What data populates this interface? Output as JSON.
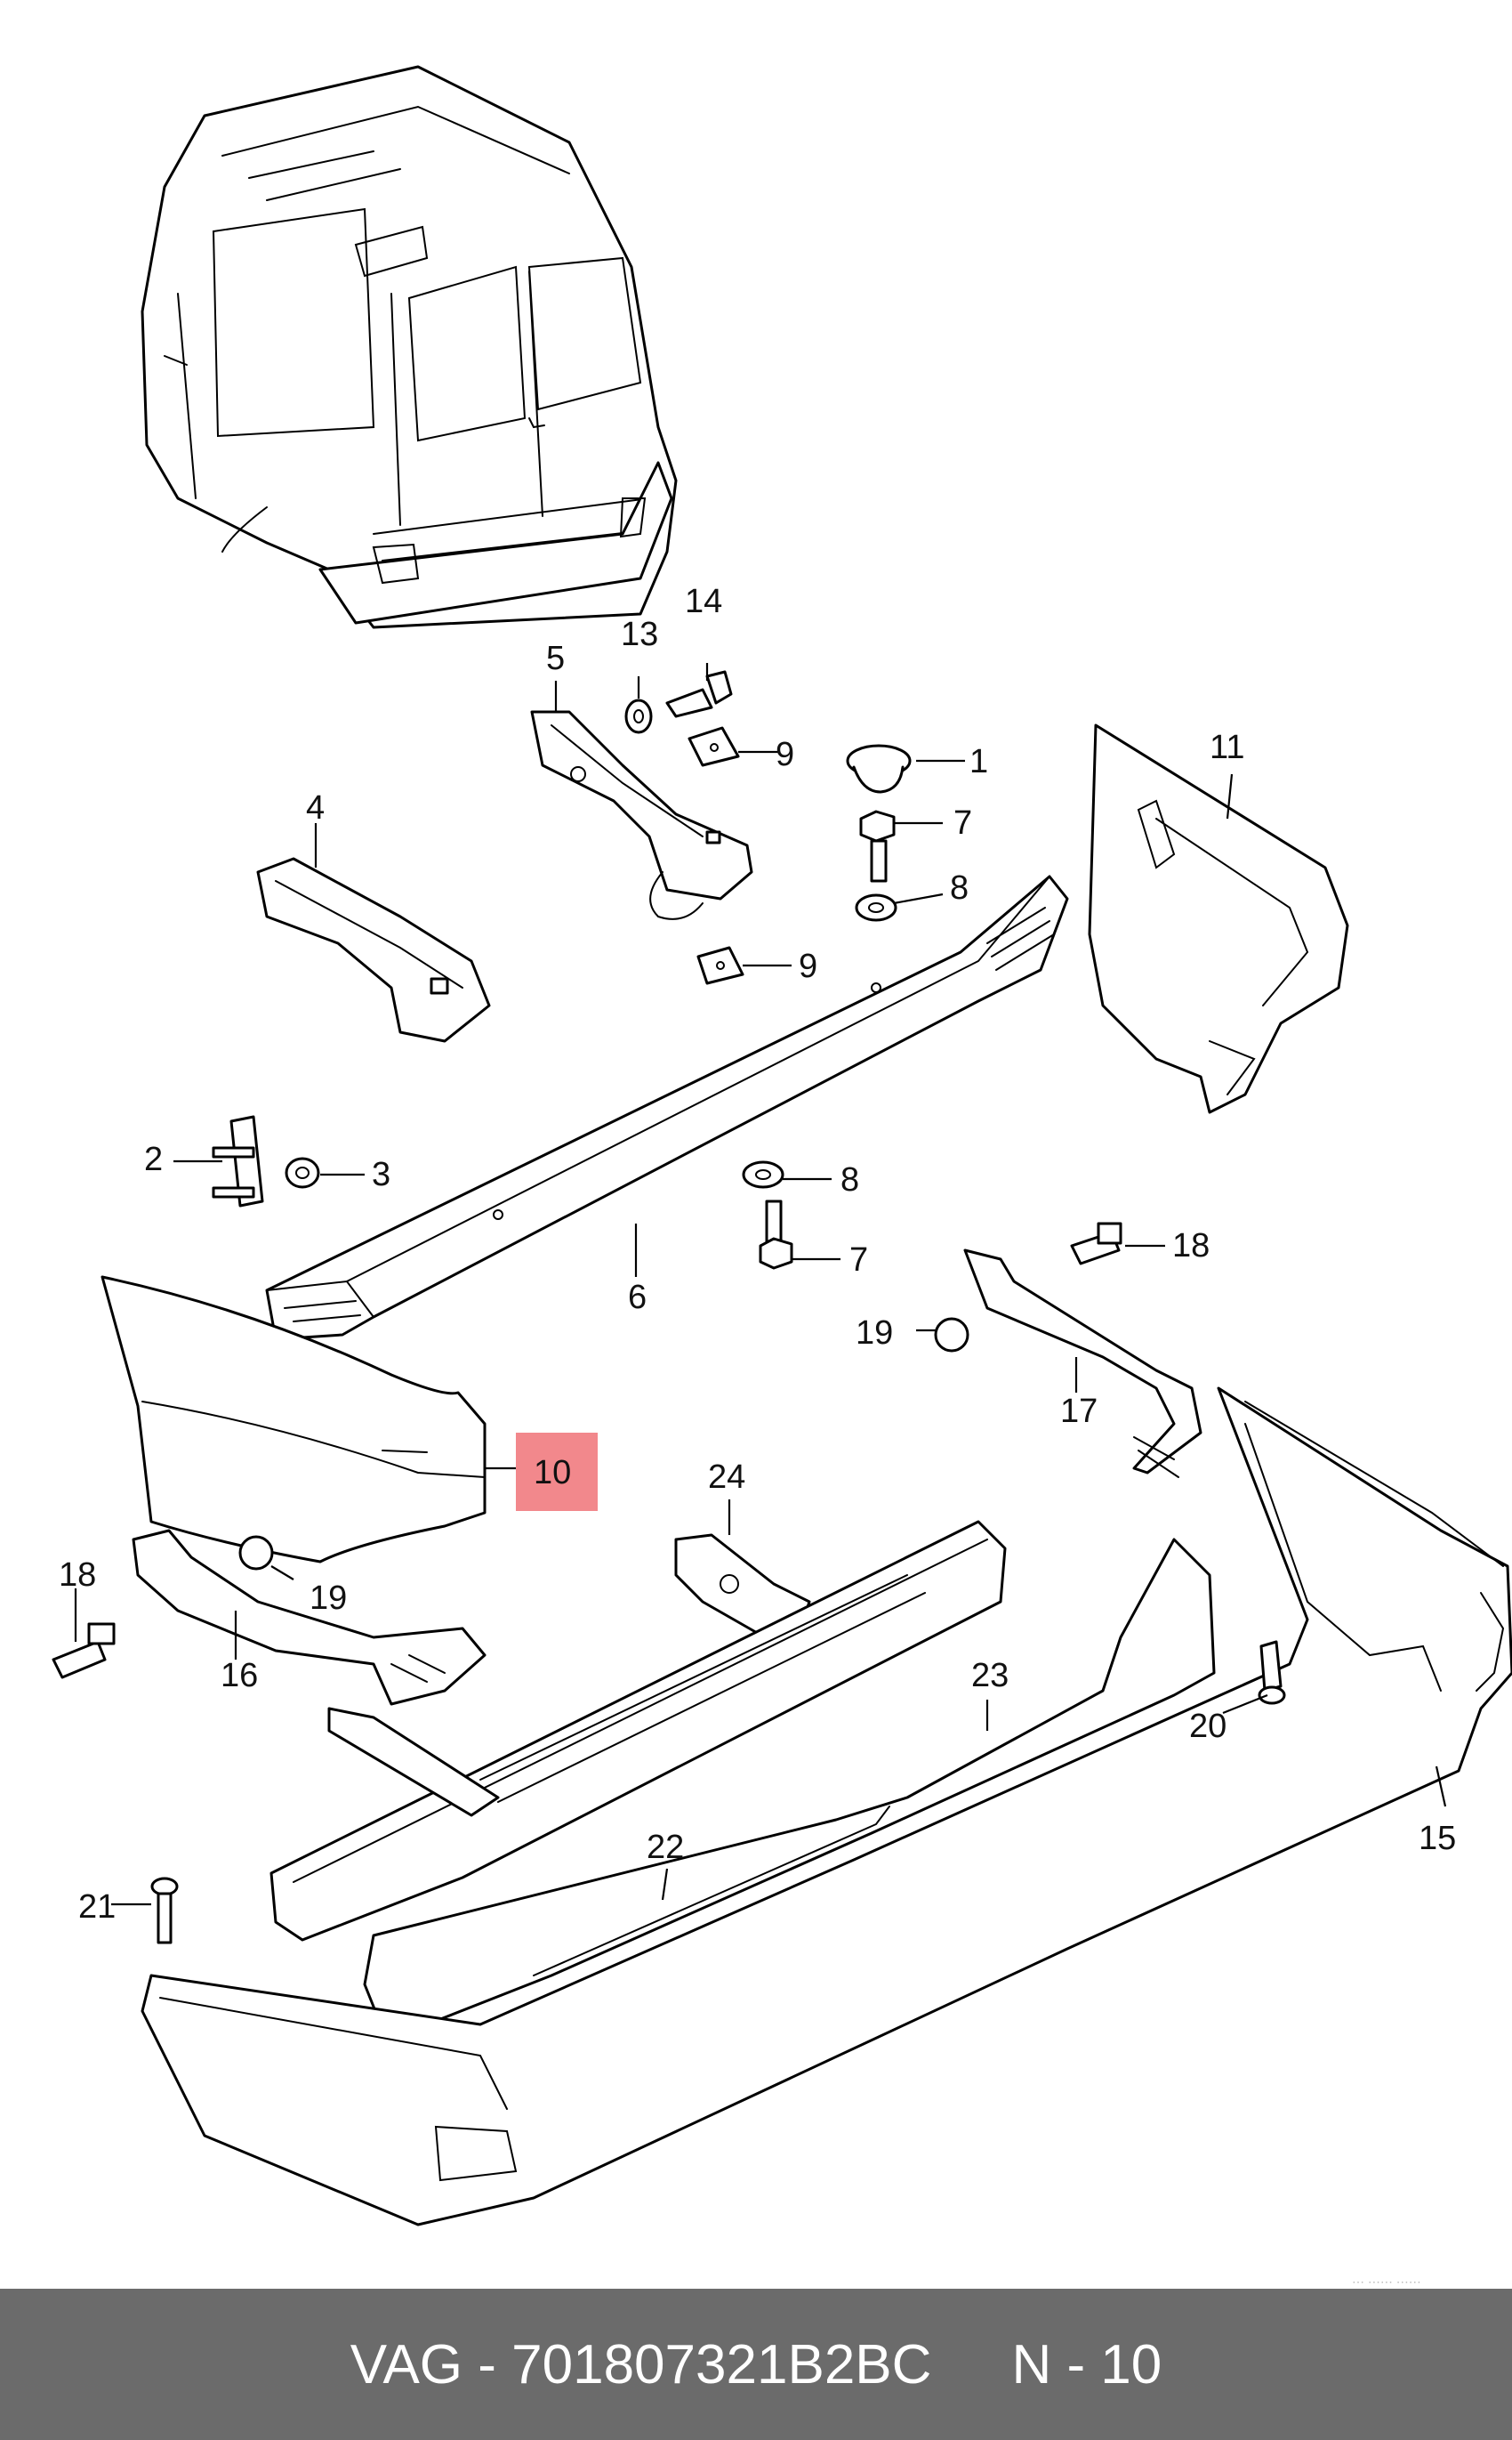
{
  "callouts": [
    {
      "id": "1",
      "text": "1"
    },
    {
      "id": "2",
      "text": "2"
    },
    {
      "id": "3",
      "text": "3"
    },
    {
      "id": "4",
      "text": "4"
    },
    {
      "id": "5",
      "text": "5"
    },
    {
      "id": "6",
      "text": "6"
    },
    {
      "id": "7a",
      "text": "7"
    },
    {
      "id": "7b",
      "text": "7"
    },
    {
      "id": "8a",
      "text": "8"
    },
    {
      "id": "8b",
      "text": "8"
    },
    {
      "id": "9a",
      "text": "9"
    },
    {
      "id": "9b",
      "text": "9"
    },
    {
      "id": "10",
      "text": "10",
      "highlighted": true
    },
    {
      "id": "11",
      "text": "11"
    },
    {
      "id": "13",
      "text": "13"
    },
    {
      "id": "14",
      "text": "14"
    },
    {
      "id": "15",
      "text": "15"
    },
    {
      "id": "16",
      "text": "16"
    },
    {
      "id": "17",
      "text": "17"
    },
    {
      "id": "18a",
      "text": "18"
    },
    {
      "id": "18b",
      "text": "18"
    },
    {
      "id": "19a",
      "text": "19"
    },
    {
      "id": "19b",
      "text": "19"
    },
    {
      "id": "20",
      "text": "20"
    },
    {
      "id": "21",
      "text": "21"
    },
    {
      "id": "22",
      "text": "22"
    },
    {
      "id": "23",
      "text": "23"
    },
    {
      "id": "24",
      "text": "24"
    }
  ],
  "footer": {
    "part_label": "VAG - 701807321B2BC",
    "position_label": "N - 10"
  },
  "colors": {
    "highlight": "#f2888c",
    "footer_background": "#6b6b6b",
    "footer_text": "#ffffff",
    "line_art": "#000000"
  }
}
